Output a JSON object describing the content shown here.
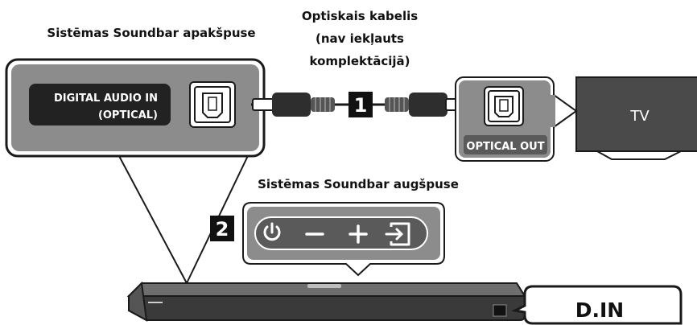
{
  "labels": {
    "bottom_side": "Sistēmas Soundbar apakšpuse",
    "cable_line1": "Optiskais kabelis",
    "cable_line2": "(nav iekļauts",
    "cable_line3": "komplektācijā)",
    "top_side": "Sistēmas Soundbar augšpuse"
  },
  "soundbar_port": {
    "line1": "DIGITAL AUDIO IN",
    "line2": "(OPTICAL)"
  },
  "tv": {
    "port_label": "OPTICAL OUT",
    "screen_label": "TV"
  },
  "steps": {
    "step1": "1",
    "step2": "2"
  },
  "control_panel": {
    "buttons": [
      {
        "icon": "power-icon"
      },
      {
        "icon": "minus-icon"
      },
      {
        "icon": "plus-icon"
      },
      {
        "icon": "source-input-icon"
      }
    ]
  },
  "display": {
    "text": "D.IN"
  },
  "colors": {
    "panel_gray": "#8c8c8c",
    "dark_gray": "#4a4a4a",
    "badge_black": "#222222",
    "outline": "#1a1a1a"
  }
}
